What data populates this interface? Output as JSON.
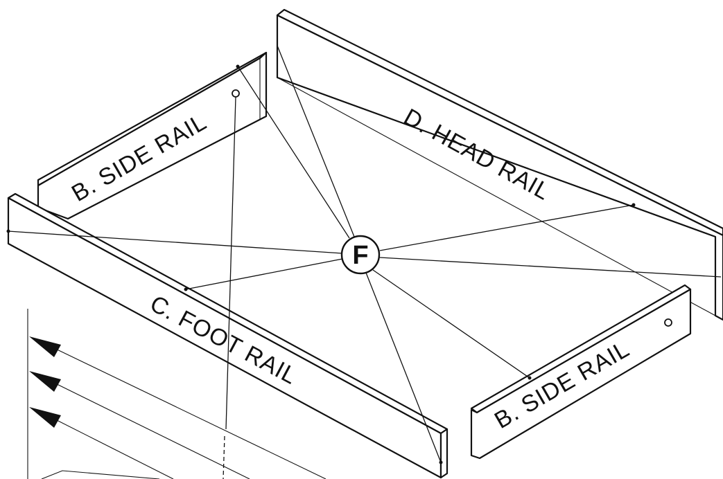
{
  "diagram": {
    "parts": {
      "side_rail_back": "B.  SIDE RAIL",
      "head_rail": "D. HEAD RAIL",
      "foot_rail": "C.  FOOT RAIL",
      "side_rail_front": "B.  SIDE RAIL",
      "center_hub": "F"
    },
    "colors": {
      "ink": "#111111",
      "paper": "#ffffff"
    },
    "icons": [
      "arrow-icon",
      "hole-icon"
    ]
  }
}
